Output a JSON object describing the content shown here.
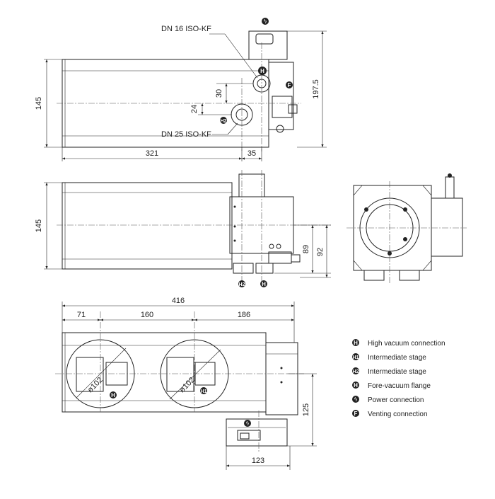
{
  "callouts": {
    "dn16": "DN 16 ISO-KF",
    "dn25": "DN 25 ISO-KF"
  },
  "dimensions": {
    "top_height": "145",
    "top_overall_height": "197.5",
    "top_offset_30": "30",
    "top_offset_24": "24",
    "top_length": "321",
    "top_flange": "35",
    "side_height": "145",
    "side_89": "89",
    "side_92": "92",
    "plan_overall": "416",
    "plan_71": "71",
    "plan_160": "160",
    "plan_186": "186",
    "plan_125": "125",
    "plan_123": "123",
    "dia_left": "ø102",
    "dia_right": "ø102"
  },
  "markers": {
    "H": "H",
    "H1": "H1",
    "H2": "H2",
    "F": "F",
    "power": "ϟ"
  },
  "legend": [
    {
      "symbol": "H",
      "label": "High vacuum connection"
    },
    {
      "symbol": "H1",
      "label": "Intermediate stage"
    },
    {
      "symbol": "H2",
      "label": "Intermediate stage"
    },
    {
      "symbol": "H",
      "label": "Fore-vacuum flange"
    },
    {
      "symbol": "ϟ",
      "label": "Power connection"
    },
    {
      "symbol": "F",
      "label": "Venting connection"
    }
  ]
}
